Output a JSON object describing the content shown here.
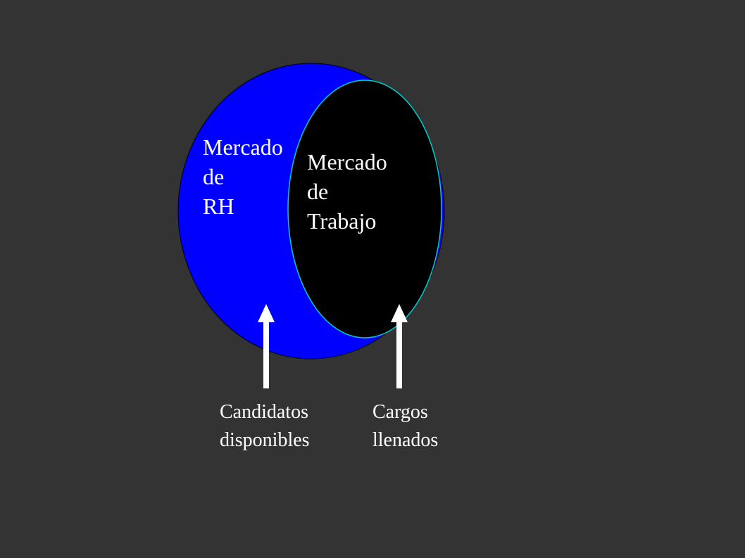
{
  "colors": {
    "background": "#333333",
    "outer_fill": "#0000ff",
    "inner_fill": "#000000",
    "inner_stroke": "#00cccc",
    "text": "#ffffff",
    "arrow": "#ffffff"
  },
  "outer_label": [
    "Mercado",
    "de",
    "RH"
  ],
  "inner_label": [
    "Mercado",
    "de",
    "Trabajo"
  ],
  "arrow_labels": {
    "left": [
      "Candidatos",
      "disponibles"
    ],
    "right": [
      "Cargos",
      "llenados"
    ]
  }
}
